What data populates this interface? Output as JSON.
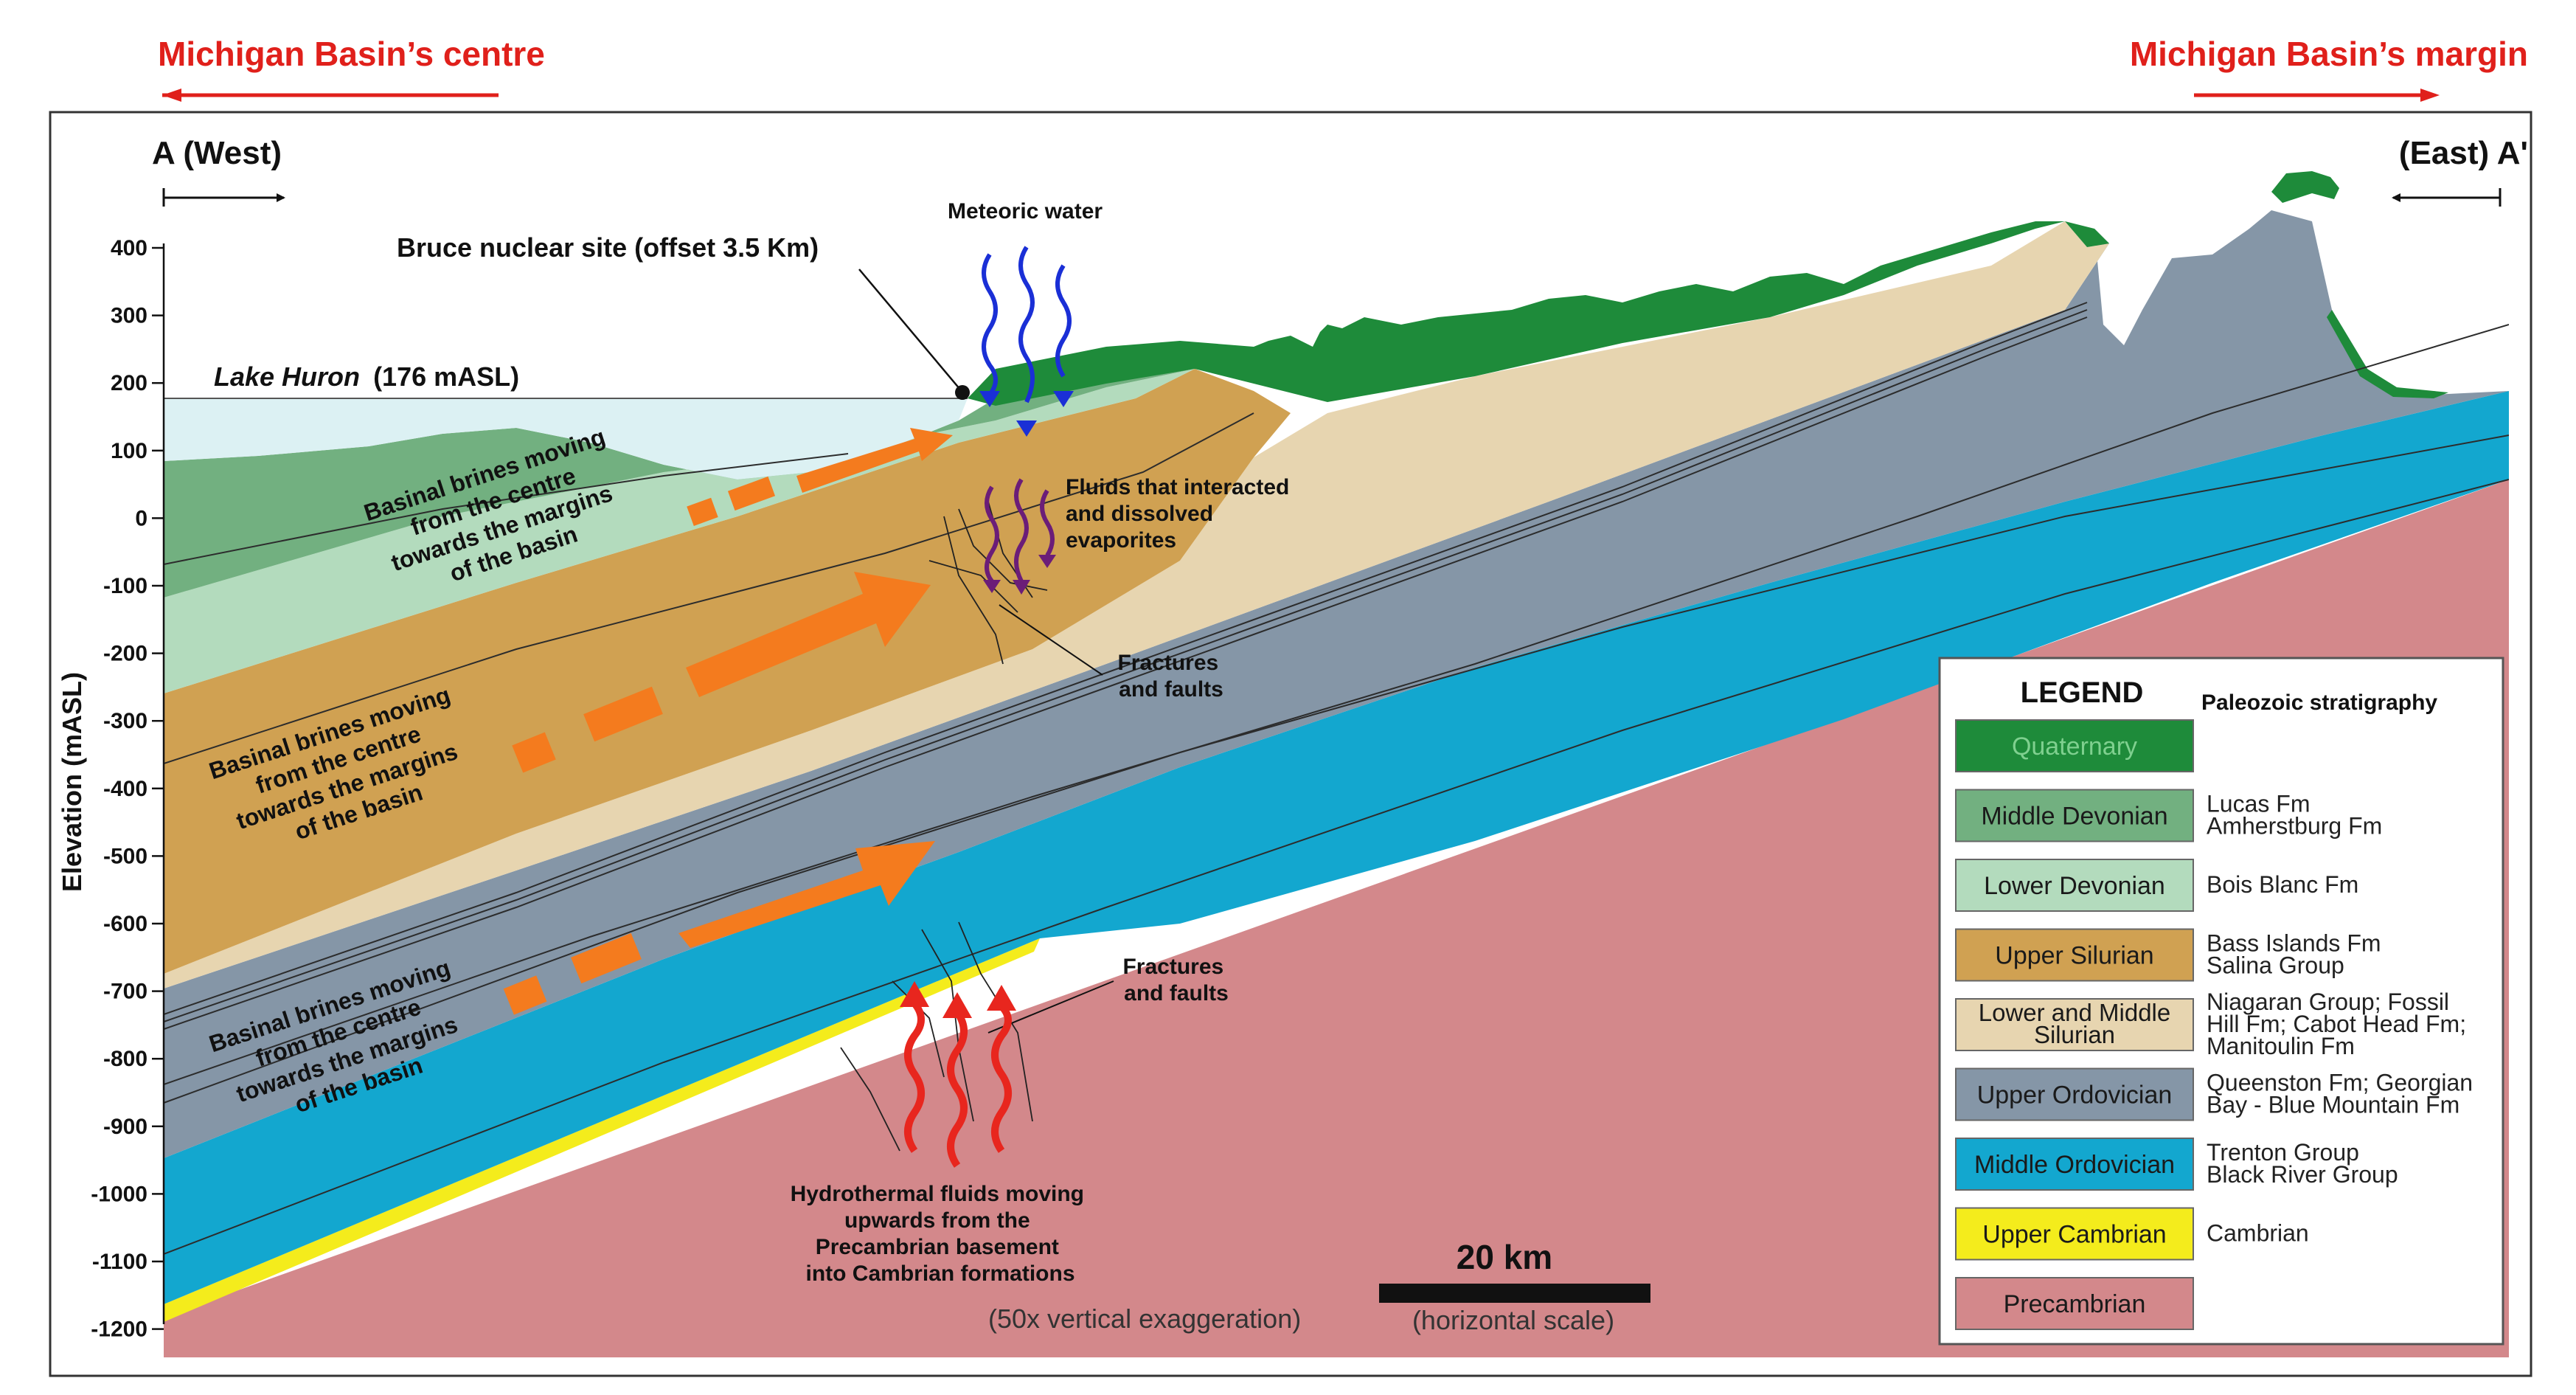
{
  "header": {
    "left": "Michigan Basin’s centre",
    "right": "Michigan Basin’s margin"
  },
  "section": {
    "west": "A (West)",
    "east": "(East) A'"
  },
  "yaxis": {
    "label": "Elevation (mASL)",
    "ticks": [
      "400",
      "300",
      "200",
      "100",
      "0",
      "-100",
      "-200",
      "-300",
      "-400",
      "-500",
      "-600",
      "-700",
      "-800",
      "-900",
      "-1000",
      "-1100",
      "-1200"
    ]
  },
  "annotations": {
    "meteoric": "Meteoric water",
    "bruce": "Bruce nuclear site (offset 3.5 Km)",
    "lake_name": "Lake Huron",
    "lake_elev": "(176 mASL)",
    "brines_1": [
      "Basinal brines moving",
      "from the centre",
      "towards the margins",
      "of the basin"
    ],
    "brines_2": [
      "Basinal brines moving",
      "from the centre",
      "towards the margins",
      "of the basin"
    ],
    "brines_3": [
      "Basinal brines moving",
      "from the centre",
      "towards the margins",
      "of the basin"
    ],
    "evap": [
      "Fluids that interacted",
      "and dissolved",
      "evaporites"
    ],
    "fract_1": [
      "Fractures",
      "and faults"
    ],
    "fract_2": [
      "Fractures",
      "and faults"
    ],
    "hydro": [
      "Hydrothermal fluids moving",
      "upwards from the",
      "Precambrian basement",
      "into Cambrian formations"
    ],
    "vexag": "(50x vertical exaggeration)",
    "scale_km": "20 km",
    "scale_note": "(horizontal scale)"
  },
  "legend": {
    "title": "LEGEND",
    "subtitle": "Paleozoic stratigraphy",
    "items": [
      {
        "unit": "Quaternary",
        "color": "#1e8b3a",
        "text_color": "#7fd08f",
        "desc": []
      },
      {
        "unit": "Middle Devonian",
        "color": "#72b080",
        "text_color": "#1a1a1a",
        "desc": [
          "Lucas Fm",
          "Amherstburg Fm"
        ]
      },
      {
        "unit": "Lower Devonian",
        "color": "#b3dbbd",
        "text_color": "#1a1a1a",
        "desc": [
          "Bois Blanc Fm"
        ]
      },
      {
        "unit": "Upper Silurian",
        "color": "#d0a152",
        "text_color": "#1a1a1a",
        "desc": [
          "Bass Islands Fm",
          "Salina Group"
        ]
      },
      {
        "unit": "Lower and Middle",
        "unit2": "Silurian",
        "color": "#e7d5b0",
        "text_color": "#1a1a1a",
        "desc": [
          "Niagaran Group; Fossil",
          "Hill Fm; Cabot Head Fm;",
          "Manitoulin Fm"
        ]
      },
      {
        "unit": "Upper Ordovician",
        "color": "#8596a7",
        "text_color": "#1a1a1a",
        "desc": [
          "Queenston Fm; Georgian",
          "Bay - Blue Mountain Fm"
        ]
      },
      {
        "unit": "Middle Ordovician",
        "color": "#13a7cf",
        "text_color": "#1a1a1a",
        "desc": [
          "Trenton Group",
          "Black River Group"
        ]
      },
      {
        "unit": "Upper Cambrian",
        "color": "#f4ec1c",
        "text_color": "#1a1a1a",
        "desc": [
          "Cambrian"
        ]
      },
      {
        "unit": "Precambrian",
        "color": "#d3888b",
        "text_color": "#1a1a1a",
        "desc": []
      }
    ]
  },
  "colors": {
    "quaternary": "#1e8b3a",
    "middle_devonian": "#72b080",
    "lower_devonian": "#b3dbbd",
    "upper_silurian": "#d0a152",
    "lower_middle_silurian": "#e7d5b0",
    "upper_ordovician": "#8596a7",
    "middle_ordovician": "#13a7cf",
    "upper_cambrian": "#f4ec1c",
    "precambrian": "#d3888b",
    "lake": "#dcf1f3",
    "brine_arrow": "#f47b1e",
    "meteoric_arrow": "#1a2fd6",
    "evaporite_arrow": "#6b1d78",
    "hydro_arrow": "#e8261e",
    "header_red": "#e0201b"
  }
}
